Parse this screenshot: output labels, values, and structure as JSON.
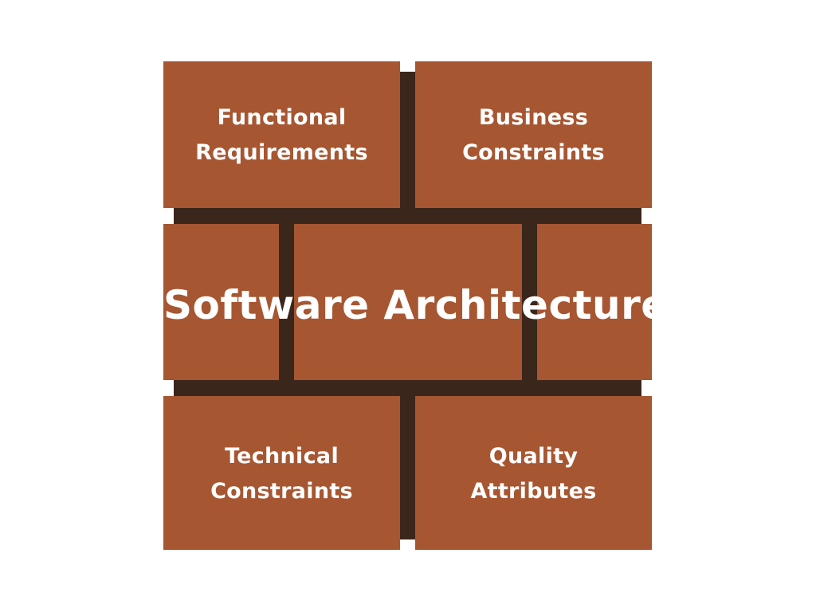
{
  "diagram": {
    "colors": {
      "background": "#ffffff",
      "brick": "#a75632",
      "mortar": "#3b261b",
      "text": "#ffffff"
    },
    "title": "Software Architecture",
    "blocks": {
      "top_left": {
        "line1": "Functional",
        "line2": "Requirements"
      },
      "top_right": {
        "line1": "Business",
        "line2": "Constraints"
      },
      "bottom_left": {
        "line1": "Technical",
        "line2": "Constraints"
      },
      "bottom_right": {
        "line1": "Quality",
        "line2": "Attributes"
      }
    }
  }
}
